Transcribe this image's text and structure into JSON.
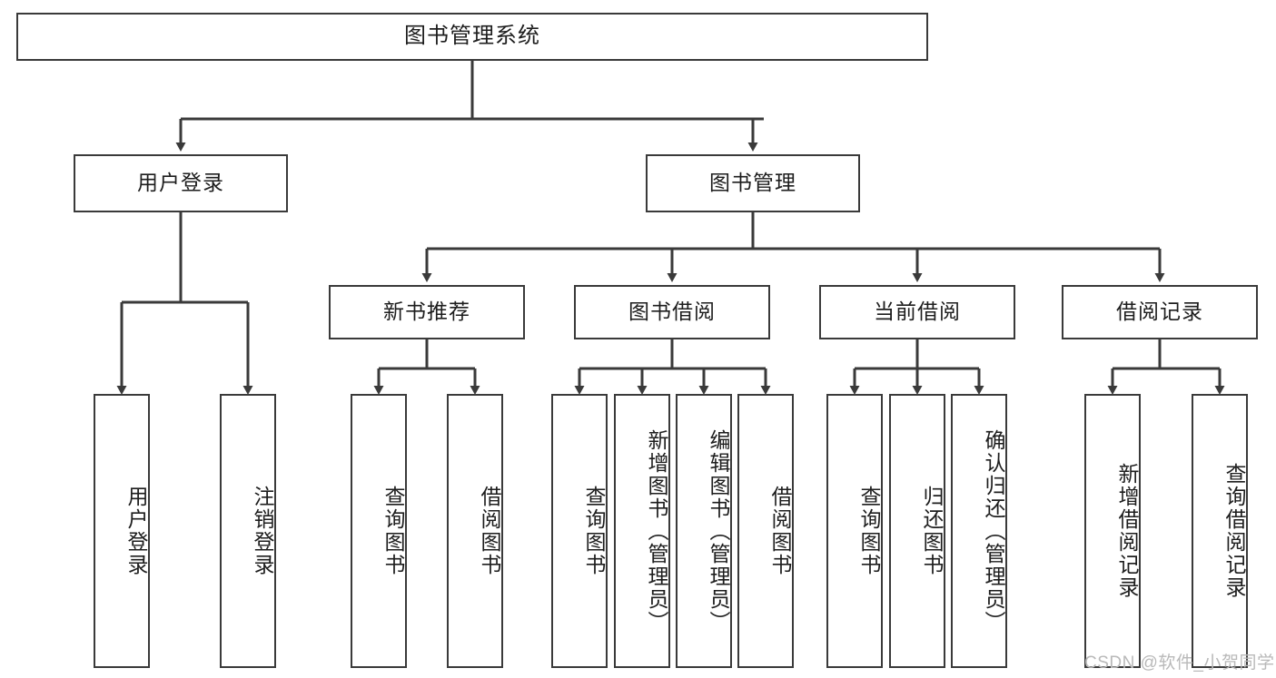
{
  "diagram": {
    "title": "图书管理系统",
    "type": "tree-hierarchy-chart",
    "root": {
      "label": "图书管理系统"
    },
    "level2": [
      {
        "label": "用户登录"
      },
      {
        "label": "图书管理"
      }
    ],
    "level3": [
      {
        "label": "新书推荐"
      },
      {
        "label": "图书借阅"
      },
      {
        "label": "当前借阅"
      },
      {
        "label": "借阅记录"
      }
    ],
    "leaves": {
      "user_login": [
        {
          "label": "用户登录"
        },
        {
          "label": "注销登录"
        }
      ],
      "new_book_recommend": [
        {
          "label": "查询图书"
        },
        {
          "label": "借阅图书"
        }
      ],
      "book_borrow": [
        {
          "label": "查询图书"
        },
        {
          "label": "新增图书（管理员）"
        },
        {
          "label": "编辑图书（管理员）"
        },
        {
          "label": "借阅图书"
        }
      ],
      "current_borrow": [
        {
          "label": "查询图书"
        },
        {
          "label": "归还图书"
        },
        {
          "label": "确认归还（管理员）"
        }
      ],
      "borrow_record": [
        {
          "label": "新增借阅记录"
        },
        {
          "label": "查询借阅记录"
        }
      ]
    }
  },
  "watermark": {
    "text": "CSDN @软件_小贺同学"
  },
  "colors": {
    "border": "#3a3a3a",
    "text": "#1d1d1d",
    "background": "#ffffff",
    "watermark": "#b9b9b9"
  }
}
